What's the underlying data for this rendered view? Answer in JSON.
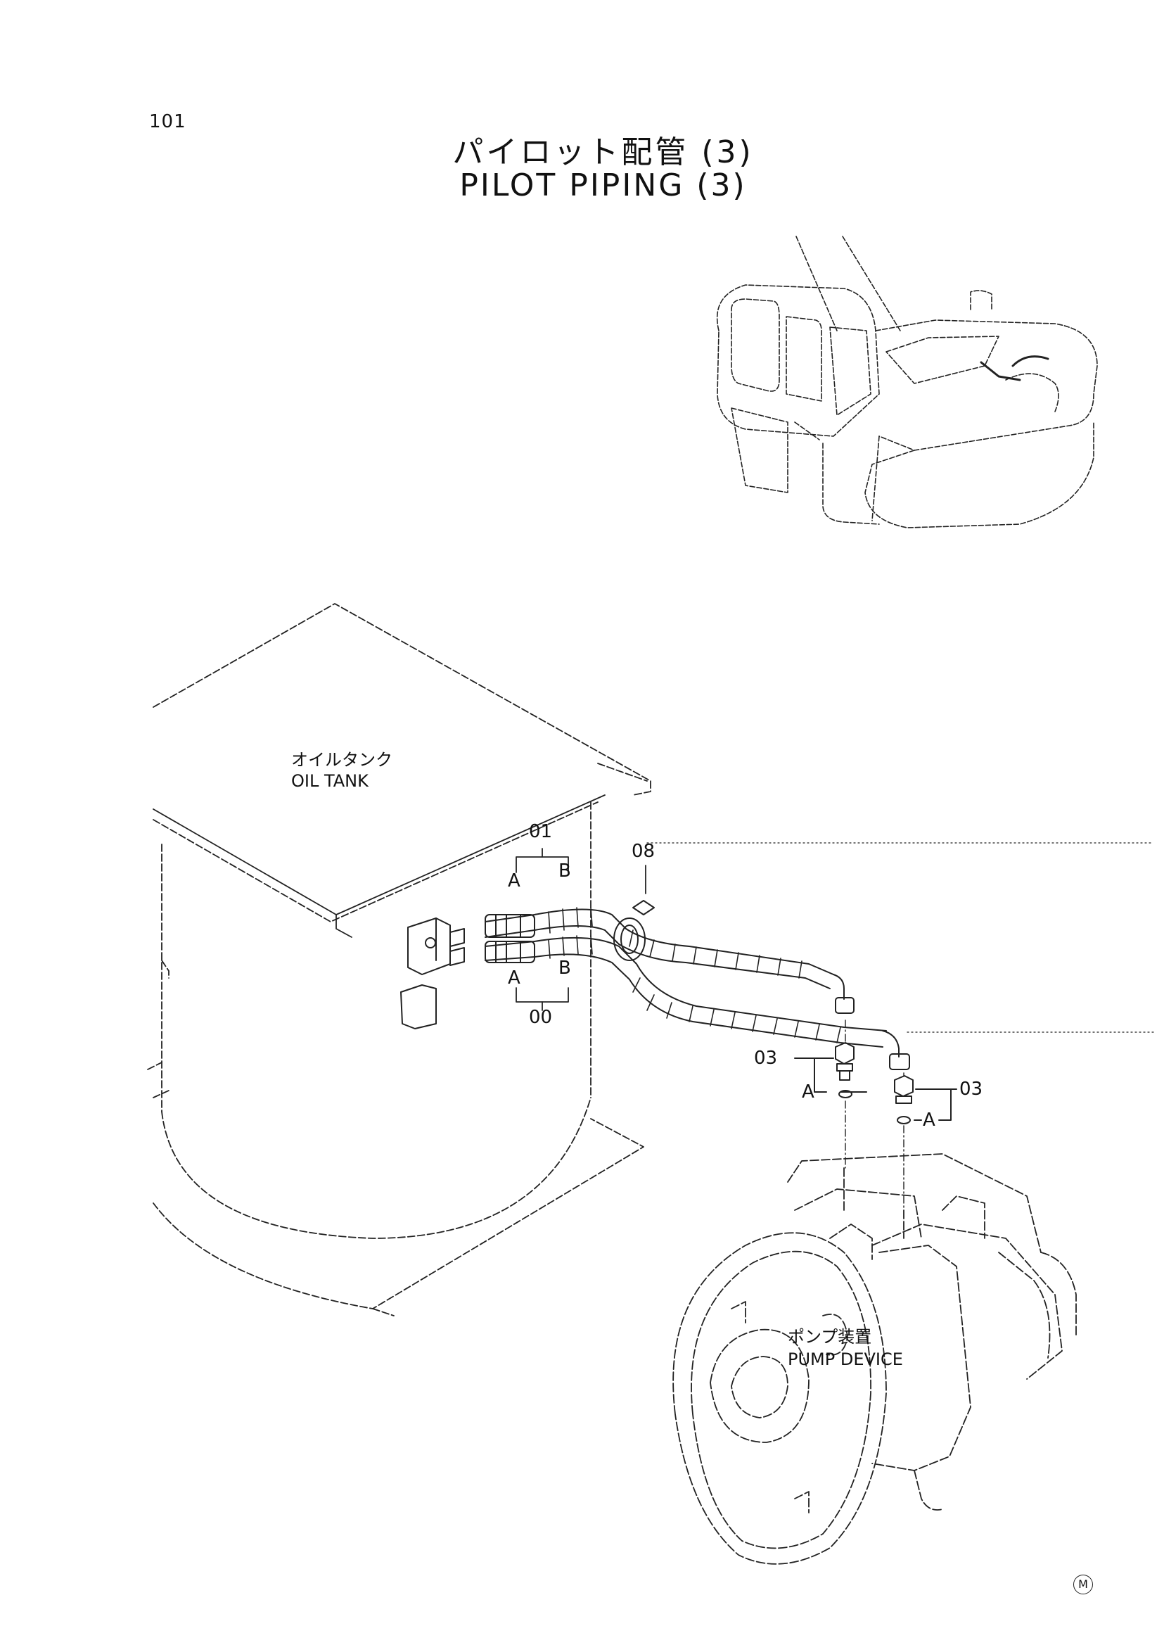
{
  "page": {
    "number": "101",
    "title_jp": "パイロット配管 (3)",
    "title_en": "PILOT PIPING (3)"
  },
  "labels": {
    "oil_tank_jp": "オイルタンク",
    "oil_tank_en": "OIL TANK",
    "pump_device_jp": "ポンプ装置",
    "pump_device_en": "PUMP DEVICE"
  },
  "parts": {
    "p01": "01",
    "p00": "00",
    "p08": "08",
    "p03_left": "03",
    "p03_right": "03"
  },
  "callouts": {
    "a_top": "A",
    "b_top": "B",
    "a_bottom": "A",
    "b_bottom": "B",
    "a_left": "A",
    "a_right": "A"
  },
  "mark": "M"
}
